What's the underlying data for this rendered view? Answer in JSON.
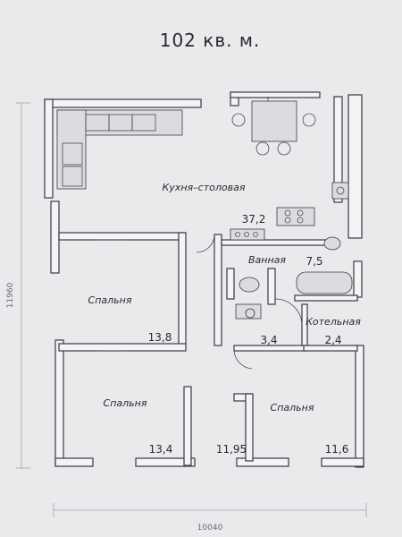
{
  "title": "102 кв. м.",
  "rooms": {
    "kitchen": {
      "name": "Кухня–столовая",
      "area": "37,2"
    },
    "bath": {
      "name": "Ванная",
      "area": "7,5"
    },
    "bedroom1": {
      "name": "Спальня",
      "area": "13,8"
    },
    "bedroom2": {
      "name": "Спальня",
      "area": "13,4"
    },
    "bedroom3": {
      "name": "Спальня",
      "area": "11,6"
    },
    "boiler": {
      "name": "Котельная",
      "area": "2,4"
    },
    "wc": {
      "area": "3,4"
    },
    "hall": {
      "area": "11,95"
    }
  },
  "dimensions": {
    "width": "10040",
    "height": "11960"
  },
  "colors": {
    "wall_stroke": "#3a3a40",
    "paper": "#e9eaec"
  }
}
